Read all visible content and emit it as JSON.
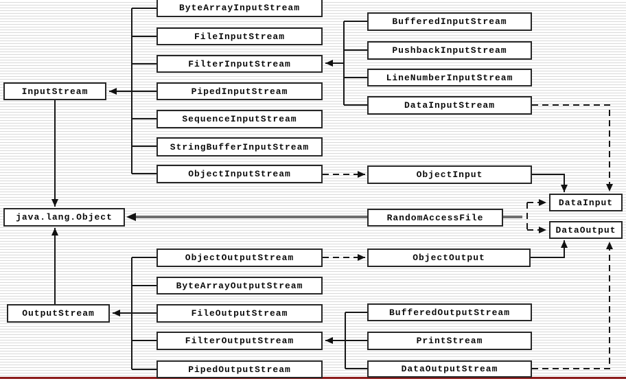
{
  "diagram_type": "class-hierarchy",
  "nodes": {
    "inputStream": "InputStream",
    "javaLangObject": "java.lang.Object",
    "outputStream": "OutputStream",
    "byteArrayInputStream": "ByteArrayInputStream",
    "fileInputStream": "FileInputStream",
    "filterInputStream": "FilterInputStream",
    "pipedInputStream": "PipedInputStream",
    "sequenceInputStream": "SequenceInputStream",
    "stringBufferInputStream": "StringBufferInputStream",
    "objectInputStream": "ObjectInputStream",
    "bufferedInputStream": "BufferedInputStream",
    "pushbackInputStream": "PushbackInputStream",
    "lineNumberInputStream": "LineNumberInputStream",
    "dataInputStream": "DataInputStream",
    "objectInput": "ObjectInput",
    "randomAccessFile": "RandomAccessFile",
    "objectOutput": "ObjectOutput",
    "dataInput": "DataInput",
    "dataOutput": "DataOutput",
    "objectOutputStream": "ObjectOutputStream",
    "byteArrayOutputStream": "ByteArrayOutputStream",
    "fileOutputStream": "FileOutputStream",
    "filterOutputStream": "FilterOutputStream",
    "pipedOutputStream": "PipedOutputStream",
    "bufferedOutputStream": "BufferedOutputStream",
    "printStream": "PrintStream",
    "dataOutputStream": "DataOutputStream"
  },
  "edges": [
    {
      "parent": "InputStream",
      "children": [
        "ByteArrayInputStream",
        "FileInputStream",
        "FilterInputStream",
        "PipedInputStream",
        "SequenceInputStream",
        "StringBufferInputStream",
        "ObjectInputStream"
      ],
      "style": "solid-arrow"
    },
    {
      "parent": "FilterInputStream",
      "children": [
        "BufferedInputStream",
        "PushbackInputStream",
        "LineNumberInputStream",
        "DataInputStream"
      ],
      "style": "solid-arrow"
    },
    {
      "parent": "OutputStream",
      "children": [
        "ObjectOutputStream",
        "ByteArrayOutputStream",
        "FileOutputStream",
        "FilterOutputStream",
        "PipedOutputStream"
      ],
      "style": "solid-arrow"
    },
    {
      "parent": "FilterOutputStream",
      "children": [
        "BufferedOutputStream",
        "PrintStream",
        "DataOutputStream"
      ],
      "style": "solid-arrow"
    },
    {
      "from": "InputStream",
      "to": "java.lang.Object",
      "style": "solid-arrow"
    },
    {
      "from": "OutputStream",
      "to": "java.lang.Object",
      "style": "solid-arrow"
    },
    {
      "from": "RandomAccessFile",
      "to": "java.lang.Object",
      "style": "thick-gray-arrow"
    },
    {
      "from": "ObjectInputStream",
      "to": "ObjectInput",
      "style": "dashed-arrow"
    },
    {
      "from": "ObjectOutputStream",
      "to": "ObjectOutput",
      "style": "dashed-arrow"
    },
    {
      "from": "ObjectInput",
      "to": "DataInput",
      "style": "solid-arrow"
    },
    {
      "from": "ObjectOutput",
      "to": "DataOutput",
      "style": "solid-arrow"
    },
    {
      "from": "DataInputStream",
      "to": "DataInput",
      "style": "dashed-arrow"
    },
    {
      "from": "DataOutputStream",
      "to": "DataOutput",
      "style": "dashed-arrow"
    },
    {
      "from": "RandomAccessFile",
      "to": "DataInput",
      "style": "dashed-arrow"
    },
    {
      "from": "RandomAccessFile",
      "to": "DataOutput",
      "style": "dashed-arrow"
    }
  ],
  "colors": {
    "line": "#161616",
    "thick_line": "#6e6e6e",
    "bottom_rule": "#8b1a1a",
    "stripe": "#d9d9d9",
    "node_fill": "#ffffff",
    "node_border": "#262626"
  }
}
